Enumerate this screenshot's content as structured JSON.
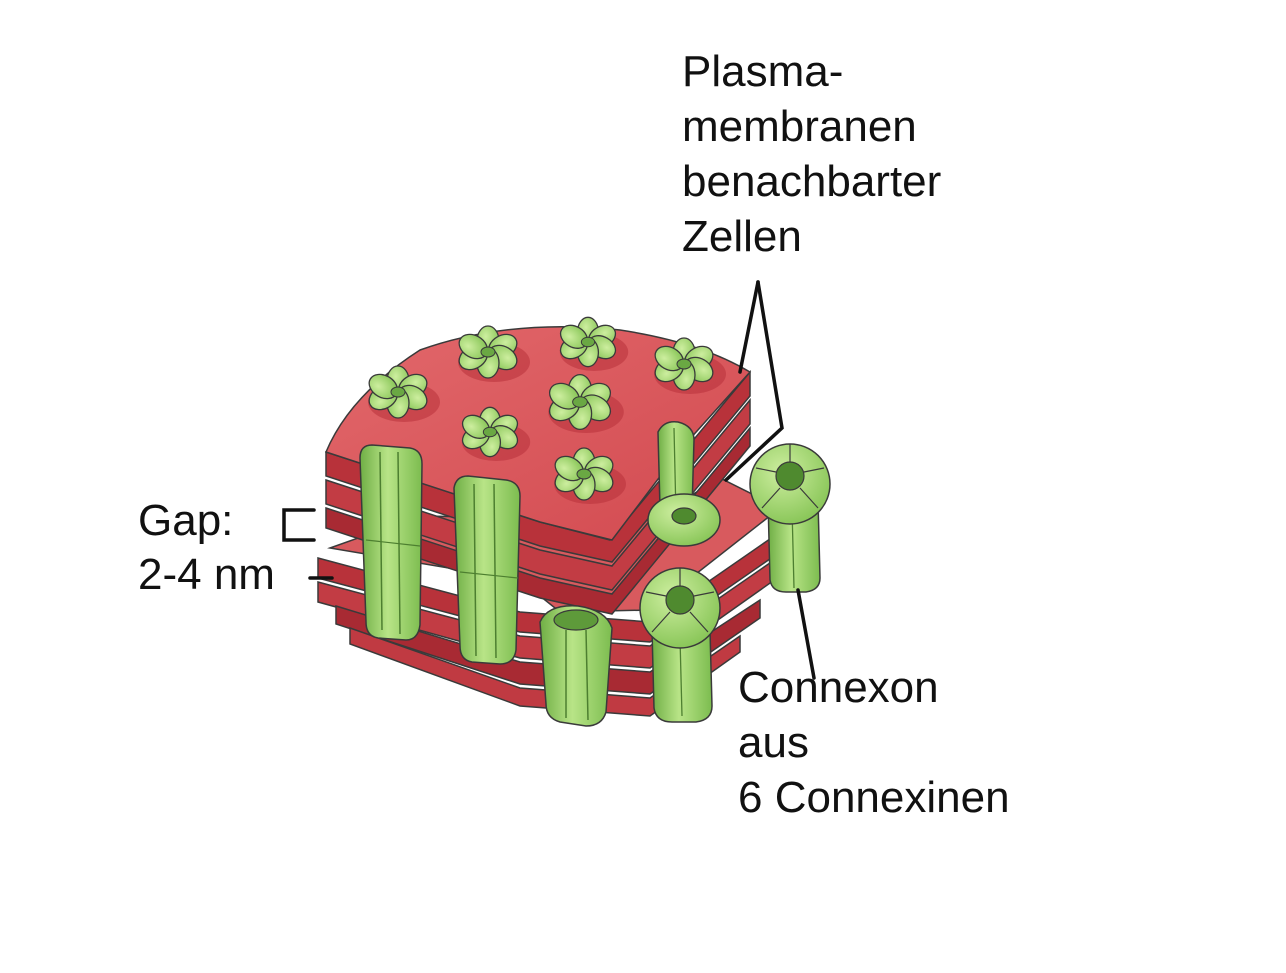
{
  "labels": {
    "plasma_membranes": [
      "Plasma-",
      "membranen",
      "benachbarter",
      "Zellen"
    ],
    "gap": [
      "Gap:",
      "2-4 nm"
    ],
    "connexon": [
      "Connexon",
      "aus",
      "6 Connexinen"
    ]
  },
  "colors": {
    "membrane_top": "#d9565a",
    "membrane_side": "#b8323a",
    "membrane_dark": "#9a2830",
    "protein_green": "#9bd46a",
    "protein_light": "#c3ea95",
    "protein_dark": "#5e9a3a",
    "outline": "#3a3a3a",
    "leader_line": "#111111"
  }
}
